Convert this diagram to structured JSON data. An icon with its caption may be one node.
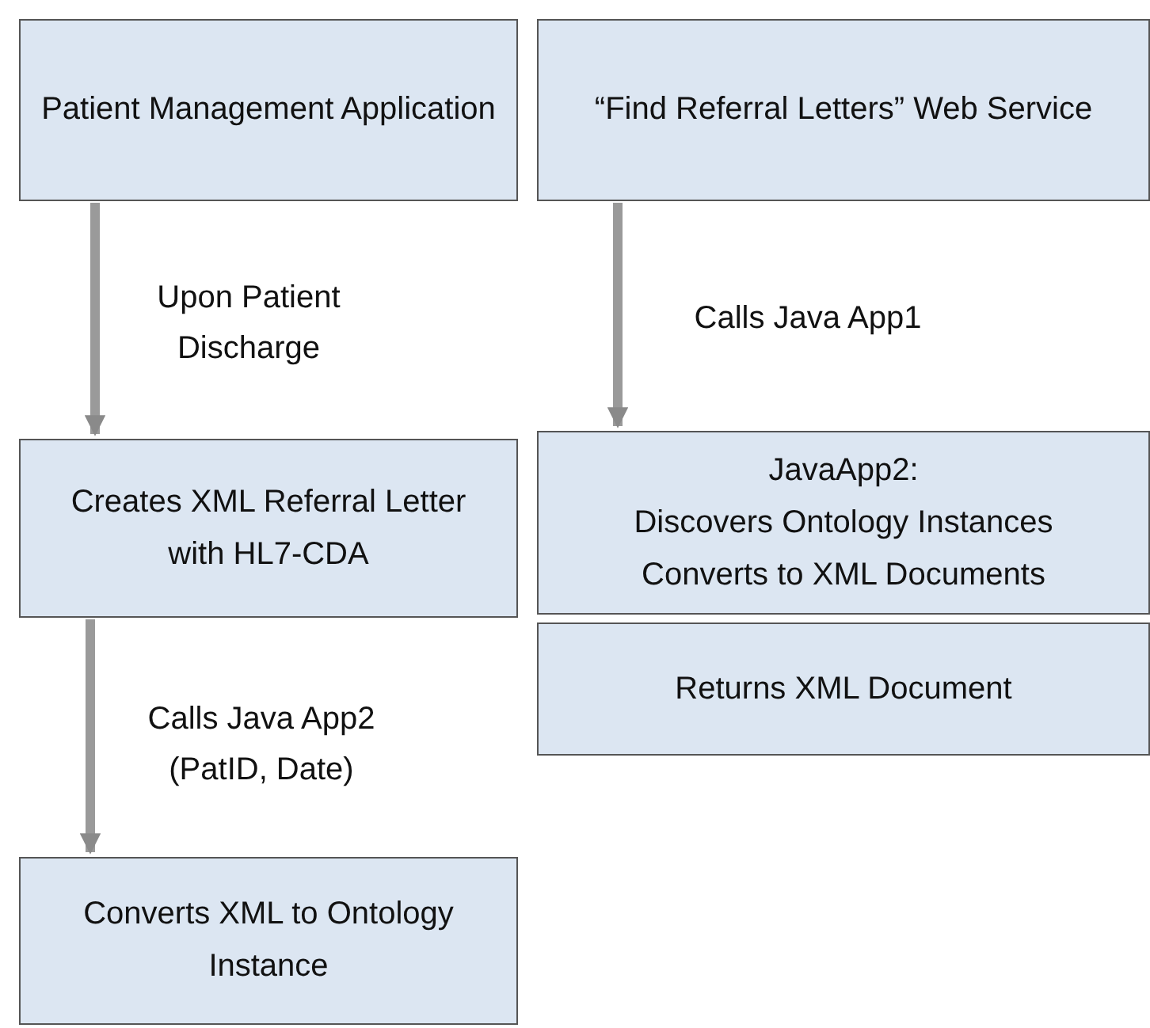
{
  "diagram": {
    "nodes": [
      {
        "text": [
          "Patient Management Application"
        ]
      },
      {
        "text": [
          "“Find Referral Letters” Web Service"
        ]
      },
      {
        "text": [
          "Creates XML Referral Letter with HL7-CDA"
        ]
      },
      {
        "text": [
          "JavaApp2:",
          "Discovers Ontology Instances",
          "Converts to XML Documents"
        ]
      },
      {
        "text": [
          "Returns XML Document"
        ]
      },
      {
        "text": [
          "Converts XML to Ontology Instance"
        ]
      }
    ],
    "edges": [
      {
        "from": 0,
        "to": 2,
        "arrow": "to",
        "label": "Upon Patient Discharge"
      },
      {
        "from": 1,
        "to": 3,
        "arrow": "to",
        "label": "Calls Java App1"
      },
      {
        "from": 2,
        "to": 5,
        "arrow": "to",
        "label": "Calls Java App2 (PatID, Date)"
      }
    ]
  }
}
